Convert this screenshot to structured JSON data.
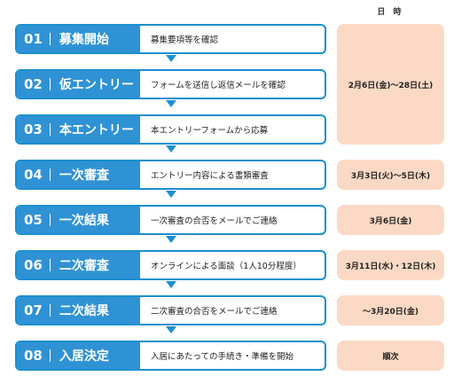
{
  "header": {
    "date_label": "日 時"
  },
  "steps": [
    {
      "num": "01",
      "title": "募集開始",
      "desc": "募集要項等を確認"
    },
    {
      "num": "02",
      "title": "仮エントリー",
      "desc": "フォームを送信し返信メールを確認"
    },
    {
      "num": "03",
      "title": "本エントリー",
      "desc": "本エントリーフォームから応募"
    },
    {
      "num": "04",
      "title": "一次審査",
      "desc": "エントリー内容による書類審査"
    },
    {
      "num": "05",
      "title": "一次結果",
      "desc": "一次審査の合否をメールでご連絡"
    },
    {
      "num": "06",
      "title": "二次審査",
      "desc": "オンラインによる面談（1人10分程度）"
    },
    {
      "num": "07",
      "title": "二次結果",
      "desc": "二次審査の合否をメールでご連絡"
    },
    {
      "num": "08",
      "title": "入居決定",
      "desc": "入居にあたっての手続き・準備を開始"
    }
  ],
  "dates": [
    "2月6日(金)～28日(土)",
    "3月3日(火)～5日(木)",
    "3月6日(金)",
    "3月11日(水)・12日(木)",
    "～3月20日(金)",
    "順次"
  ],
  "colors": {
    "accent": "#2f92d4",
    "border": "#1b8fd0",
    "date_bg": "#fbd9c4"
  }
}
